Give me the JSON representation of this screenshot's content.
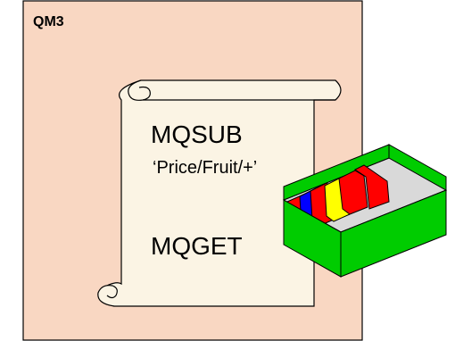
{
  "queue_manager": {
    "label": "QM3",
    "fill_color": "#f9d7c2"
  },
  "scroll": {
    "fill_color": "#fbf4e4",
    "line1": "MQSUB",
    "line2": "‘Price/Fruit/+’",
    "line3": "MQGET"
  },
  "subscription_box": {
    "tray_color": "#00cc00",
    "tabs": [
      {
        "color": "red"
      },
      {
        "color": "blue"
      },
      {
        "color": "red"
      },
      {
        "color": "yellow"
      },
      {
        "color": "red"
      },
      {
        "color": "red"
      }
    ]
  }
}
